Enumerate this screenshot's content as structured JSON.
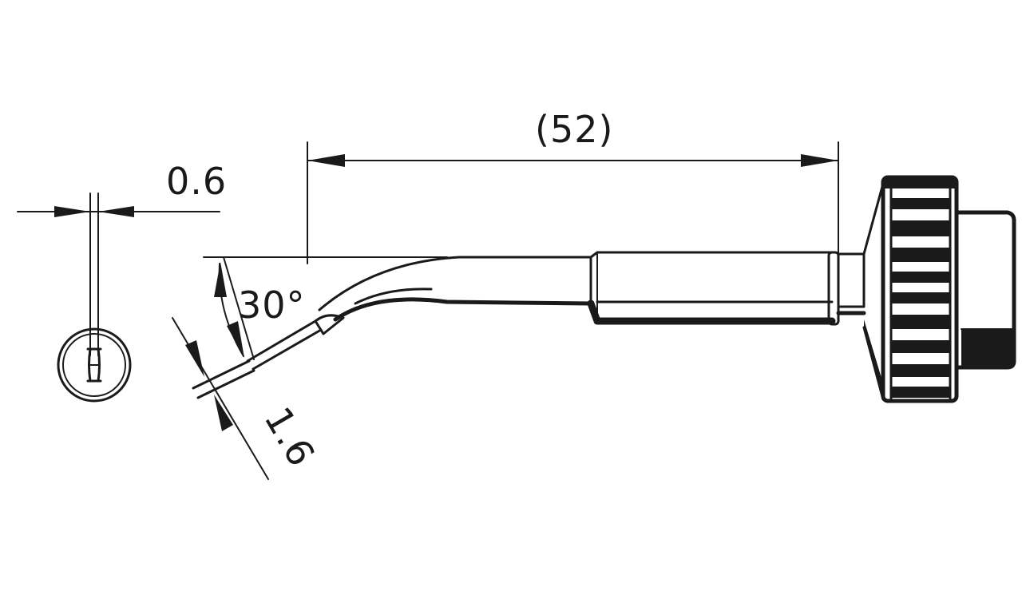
{
  "dimensions": {
    "tip_width": "0.6",
    "overall_length": "(52)",
    "bend_angle": "30°",
    "tip_thickness": "1.6"
  },
  "colors": {
    "ink": "#1a1a1a",
    "paper": "#ffffff"
  }
}
